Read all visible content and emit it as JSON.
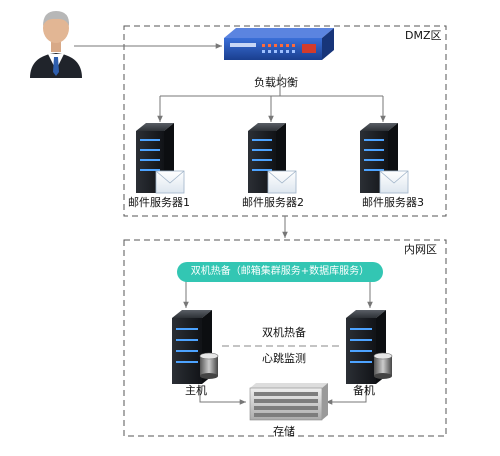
{
  "zones": {
    "dmz": "DMZ区",
    "intranet": "内网区"
  },
  "nodes": {
    "load_balancer": "负载均衡",
    "mail_server_1": "邮件服务器1",
    "mail_server_2": "邮件服务器2",
    "mail_server_3": "邮件服务器3",
    "hot_standby_banner": "双机热备（邮箱集群服务+数据库服务）",
    "primary": "主机",
    "backup": "备机",
    "storage": "存储"
  },
  "links": {
    "heartbeat_line1": "双机热备",
    "heartbeat_line2": "心跳监测"
  },
  "colors": {
    "banner": "#33c6b3",
    "server": "#1f2227",
    "server_light": "#4da3ff",
    "zone_border": "#555555",
    "line": "#777777"
  }
}
